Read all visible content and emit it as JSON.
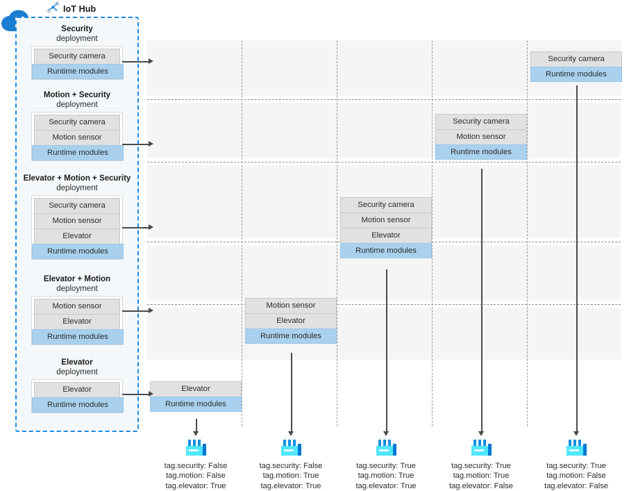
{
  "hub": {
    "title": "IoT Hub",
    "icon": "iot-hub-icon",
    "cloud_icon": "cloud-icon",
    "border_color": "#1b8ae0",
    "background_color": "#f4f8fb"
  },
  "labels": {
    "security_camera": "Security camera",
    "motion_sensor": "Motion sensor",
    "elevator": "Elevator",
    "runtime_modules": "Runtime modules",
    "deployment_suffix": "deployment"
  },
  "colors": {
    "module_row": "#e1e1e1",
    "runtime_row": "#a9d1ee",
    "grid_row": "#f5f5f5",
    "arrow": "#4a4a4a",
    "device_body": "#50e6ff",
    "device_accent": "#0078d4"
  },
  "deployments": [
    {
      "name": "Security",
      "suffix": "deployment",
      "modules": [
        "Security camera"
      ],
      "runtime": "Runtime modules"
    },
    {
      "name": "Motion + Security",
      "suffix": "deployment",
      "modules": [
        "Security camera",
        "Motion sensor"
      ],
      "runtime": "Runtime modules"
    },
    {
      "name": "Elevator + Motion + Security",
      "suffix": "deployment",
      "modules": [
        "Security camera",
        "Motion sensor",
        "Elevator"
      ],
      "runtime": "Runtime modules"
    },
    {
      "name": "Elevator + Motion",
      "suffix": "deployment",
      "modules": [
        "Motion sensor",
        "Elevator"
      ],
      "runtime": "Runtime modules"
    },
    {
      "name": "Elevator",
      "suffix": "deployment",
      "modules": [
        "Elevator"
      ],
      "runtime": "Runtime modules"
    }
  ],
  "grid_cards": [
    {
      "row": 1,
      "column": 5,
      "modules": [
        "Security camera"
      ],
      "runtime": "Runtime modules"
    },
    {
      "row": 2,
      "column": 4,
      "modules": [
        "Security camera",
        "Motion sensor"
      ],
      "runtime": "Runtime modules"
    },
    {
      "row": 3,
      "column": 3,
      "modules": [
        "Security camera",
        "Motion sensor",
        "Elevator"
      ],
      "runtime": "Runtime modules"
    },
    {
      "row": 4,
      "column": 2,
      "modules": [
        "Motion sensor",
        "Elevator"
      ],
      "runtime": "Runtime modules"
    },
    {
      "row": 5,
      "column": 1,
      "modules": [
        "Elevator"
      ],
      "runtime": "Runtime modules"
    }
  ],
  "devices": [
    {
      "icon": "factory-device-icon",
      "tags": [
        "tag.security: False",
        "tag.motion: False",
        "tag.elevator: True"
      ]
    },
    {
      "icon": "factory-device-icon",
      "tags": [
        "tag.security: False",
        "tag.motion: True",
        "tag.elevator: True"
      ]
    },
    {
      "icon": "factory-device-icon",
      "tags": [
        "tag.security: True",
        "tag.motion: True",
        "tag.elevator: True"
      ]
    },
    {
      "icon": "factory-device-icon",
      "tags": [
        "tag.security: True",
        "tag.motion: True",
        "tag.elevator: False"
      ]
    },
    {
      "icon": "factory-device-icon",
      "tags": [
        "tag.security: True",
        "tag.motion: False",
        "tag.elevator: False"
      ]
    }
  ]
}
